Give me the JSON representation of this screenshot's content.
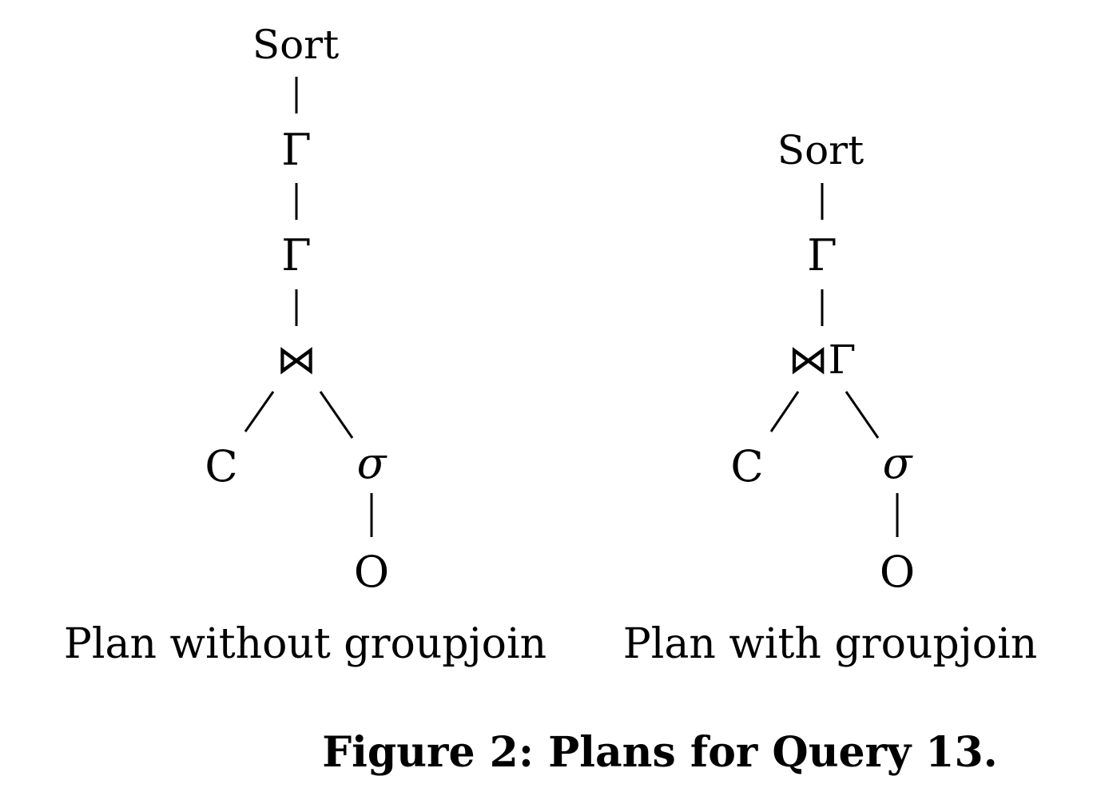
{
  "plans": [
    {
      "caption": "Plan without groupjoin",
      "nodes": [
        {
          "id": "sort",
          "label": "Sort"
        },
        {
          "id": "gamma1",
          "label": "Γ"
        },
        {
          "id": "gamma2",
          "label": "Γ"
        },
        {
          "id": "join",
          "label": "⋈"
        },
        {
          "id": "c",
          "label": "C"
        },
        {
          "id": "sigma",
          "label": "σ"
        },
        {
          "id": "o",
          "label": "O"
        }
      ]
    },
    {
      "caption": "Plan with groupjoin",
      "nodes": [
        {
          "id": "sort",
          "label": "Sort"
        },
        {
          "id": "gamma",
          "label": "Γ"
        },
        {
          "id": "groupjoin",
          "label": "⋈Γ"
        },
        {
          "id": "c",
          "label": "C"
        },
        {
          "id": "sigma",
          "label": "σ"
        },
        {
          "id": "o",
          "label": "O"
        }
      ]
    }
  ],
  "figure_caption": "Figure 2: Plans for Query 13."
}
